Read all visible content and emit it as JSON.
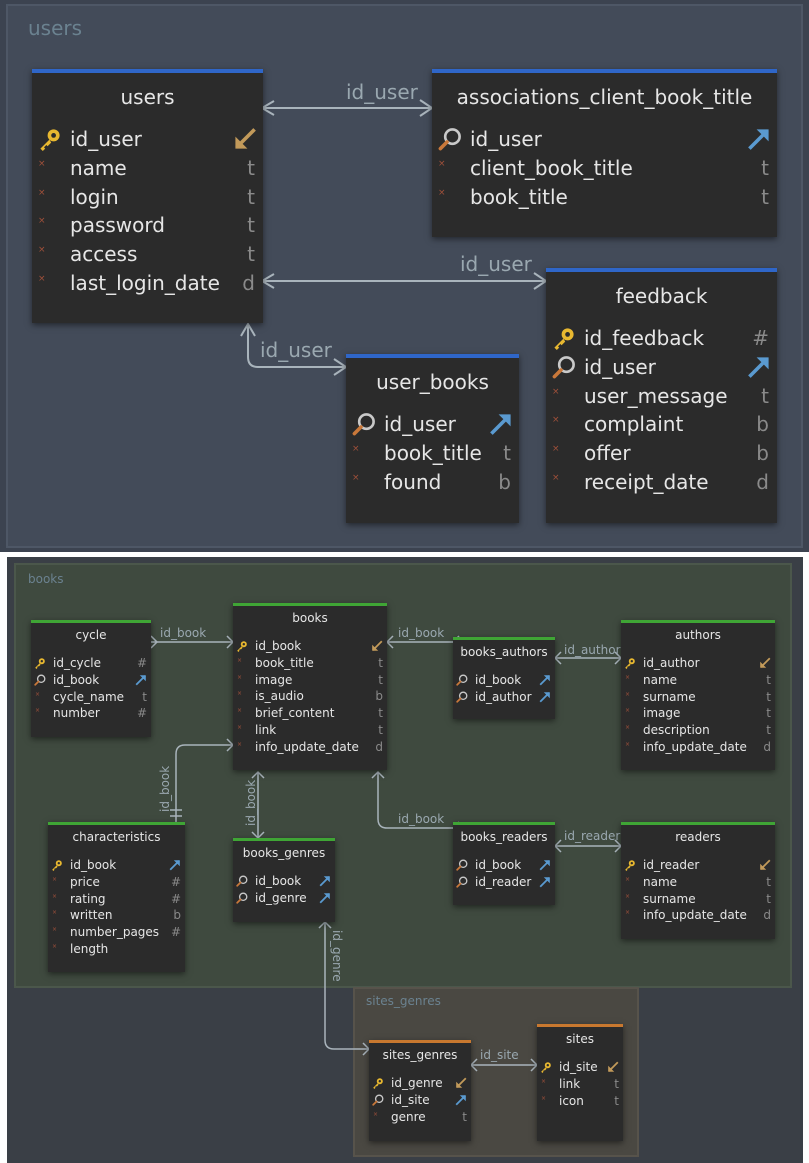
{
  "top": {
    "group_label": "users",
    "edge_labels": {
      "a": "id_user",
      "b": "id_user",
      "c": "id_user"
    },
    "tables": {
      "users": {
        "name": "users",
        "cols": [
          {
            "n": "id_user",
            "t": ""
          },
          {
            "n": "name",
            "t": "t"
          },
          {
            "n": "login",
            "t": "t"
          },
          {
            "n": "password",
            "t": "t"
          },
          {
            "n": "access",
            "t": "t"
          },
          {
            "n": "last_login_date",
            "t": "d"
          }
        ]
      },
      "acbt": {
        "name": "associations_client_book_title",
        "cols": [
          {
            "n": "id_user",
            "t": ""
          },
          {
            "n": "client_book_title",
            "t": "t"
          },
          {
            "n": "book_title",
            "t": "t"
          }
        ]
      },
      "feedback": {
        "name": "feedback",
        "cols": [
          {
            "n": "id_feedback",
            "t": "#"
          },
          {
            "n": "id_user",
            "t": ""
          },
          {
            "n": "user_message",
            "t": "t"
          },
          {
            "n": "complaint",
            "t": "b"
          },
          {
            "n": "offer",
            "t": "b"
          },
          {
            "n": "receipt_date",
            "t": "d"
          }
        ]
      },
      "user_books": {
        "name": "user_books",
        "cols": [
          {
            "n": "id_user",
            "t": ""
          },
          {
            "n": "book_title",
            "t": "t"
          },
          {
            "n": "found",
            "t": "b"
          }
        ]
      }
    }
  },
  "bottom": {
    "group_books": "books",
    "group_sites": "sites_genres",
    "edge_labels": {
      "cycle_books": "id_book",
      "ba_books": "id_book",
      "ba_authors": "id_author",
      "char_books": "id_book",
      "bg_books": "id_book",
      "br_books": "id_book",
      "br_readers": "id_reader",
      "bg_sg": "id_genre",
      "sg_sites": "id_site"
    },
    "tables": {
      "cycle": {
        "name": "cycle",
        "cols": [
          {
            "n": "id_cycle",
            "t": "#"
          },
          {
            "n": "id_book",
            "t": ""
          },
          {
            "n": "cycle_name",
            "t": "t"
          },
          {
            "n": "number",
            "t": "#"
          }
        ]
      },
      "books": {
        "name": "books",
        "cols": [
          {
            "n": "id_book",
            "t": ""
          },
          {
            "n": "book_title",
            "t": "t"
          },
          {
            "n": "image",
            "t": "t"
          },
          {
            "n": "is_audio",
            "t": "b"
          },
          {
            "n": "brief_content",
            "t": "t"
          },
          {
            "n": "link",
            "t": "t"
          },
          {
            "n": "info_update_date",
            "t": "d"
          }
        ]
      },
      "books_authors": {
        "name": "books_authors",
        "cols": [
          {
            "n": "id_book",
            "t": ""
          },
          {
            "n": "id_author",
            "t": ""
          }
        ]
      },
      "authors": {
        "name": "authors",
        "cols": [
          {
            "n": "id_author",
            "t": ""
          },
          {
            "n": "name",
            "t": "t"
          },
          {
            "n": "surname",
            "t": "t"
          },
          {
            "n": "image",
            "t": "t"
          },
          {
            "n": "description",
            "t": "t"
          },
          {
            "n": "info_update_date",
            "t": "d"
          }
        ]
      },
      "characteristics": {
        "name": "characteristics",
        "cols": [
          {
            "n": "id_book",
            "t": ""
          },
          {
            "n": "price",
            "t": "#"
          },
          {
            "n": "rating",
            "t": "#"
          },
          {
            "n": "written",
            "t": "b"
          },
          {
            "n": "number_pages",
            "t": "#"
          },
          {
            "n": "length",
            "t": ""
          }
        ]
      },
      "books_genres": {
        "name": "books_genres",
        "cols": [
          {
            "n": "id_book",
            "t": ""
          },
          {
            "n": "id_genre",
            "t": ""
          }
        ]
      },
      "books_readers": {
        "name": "books_readers",
        "cols": [
          {
            "n": "id_book",
            "t": ""
          },
          {
            "n": "id_reader",
            "t": ""
          }
        ]
      },
      "readers": {
        "name": "readers",
        "cols": [
          {
            "n": "id_reader",
            "t": ""
          },
          {
            "n": "name",
            "t": "t"
          },
          {
            "n": "surname",
            "t": "t"
          },
          {
            "n": "info_update_date",
            "t": "d"
          }
        ]
      },
      "sites_genres": {
        "name": "sites_genres",
        "cols": [
          {
            "n": "id_genre",
            "t": ""
          },
          {
            "n": "id_site",
            "t": ""
          },
          {
            "n": "genre",
            "t": "t"
          }
        ]
      },
      "sites": {
        "name": "sites",
        "cols": [
          {
            "n": "id_site",
            "t": ""
          },
          {
            "n": "link",
            "t": "t"
          },
          {
            "n": "icon",
            "t": "t"
          }
        ]
      }
    }
  },
  "colors": {
    "top_bg": "#3c4350",
    "bottom_bg": "#3a3f46",
    "books_group": "#3f4a3f",
    "sites_group": "#4a4842",
    "blue": "#2f66c8",
    "green": "#3fa535",
    "orange": "#c8782f"
  }
}
